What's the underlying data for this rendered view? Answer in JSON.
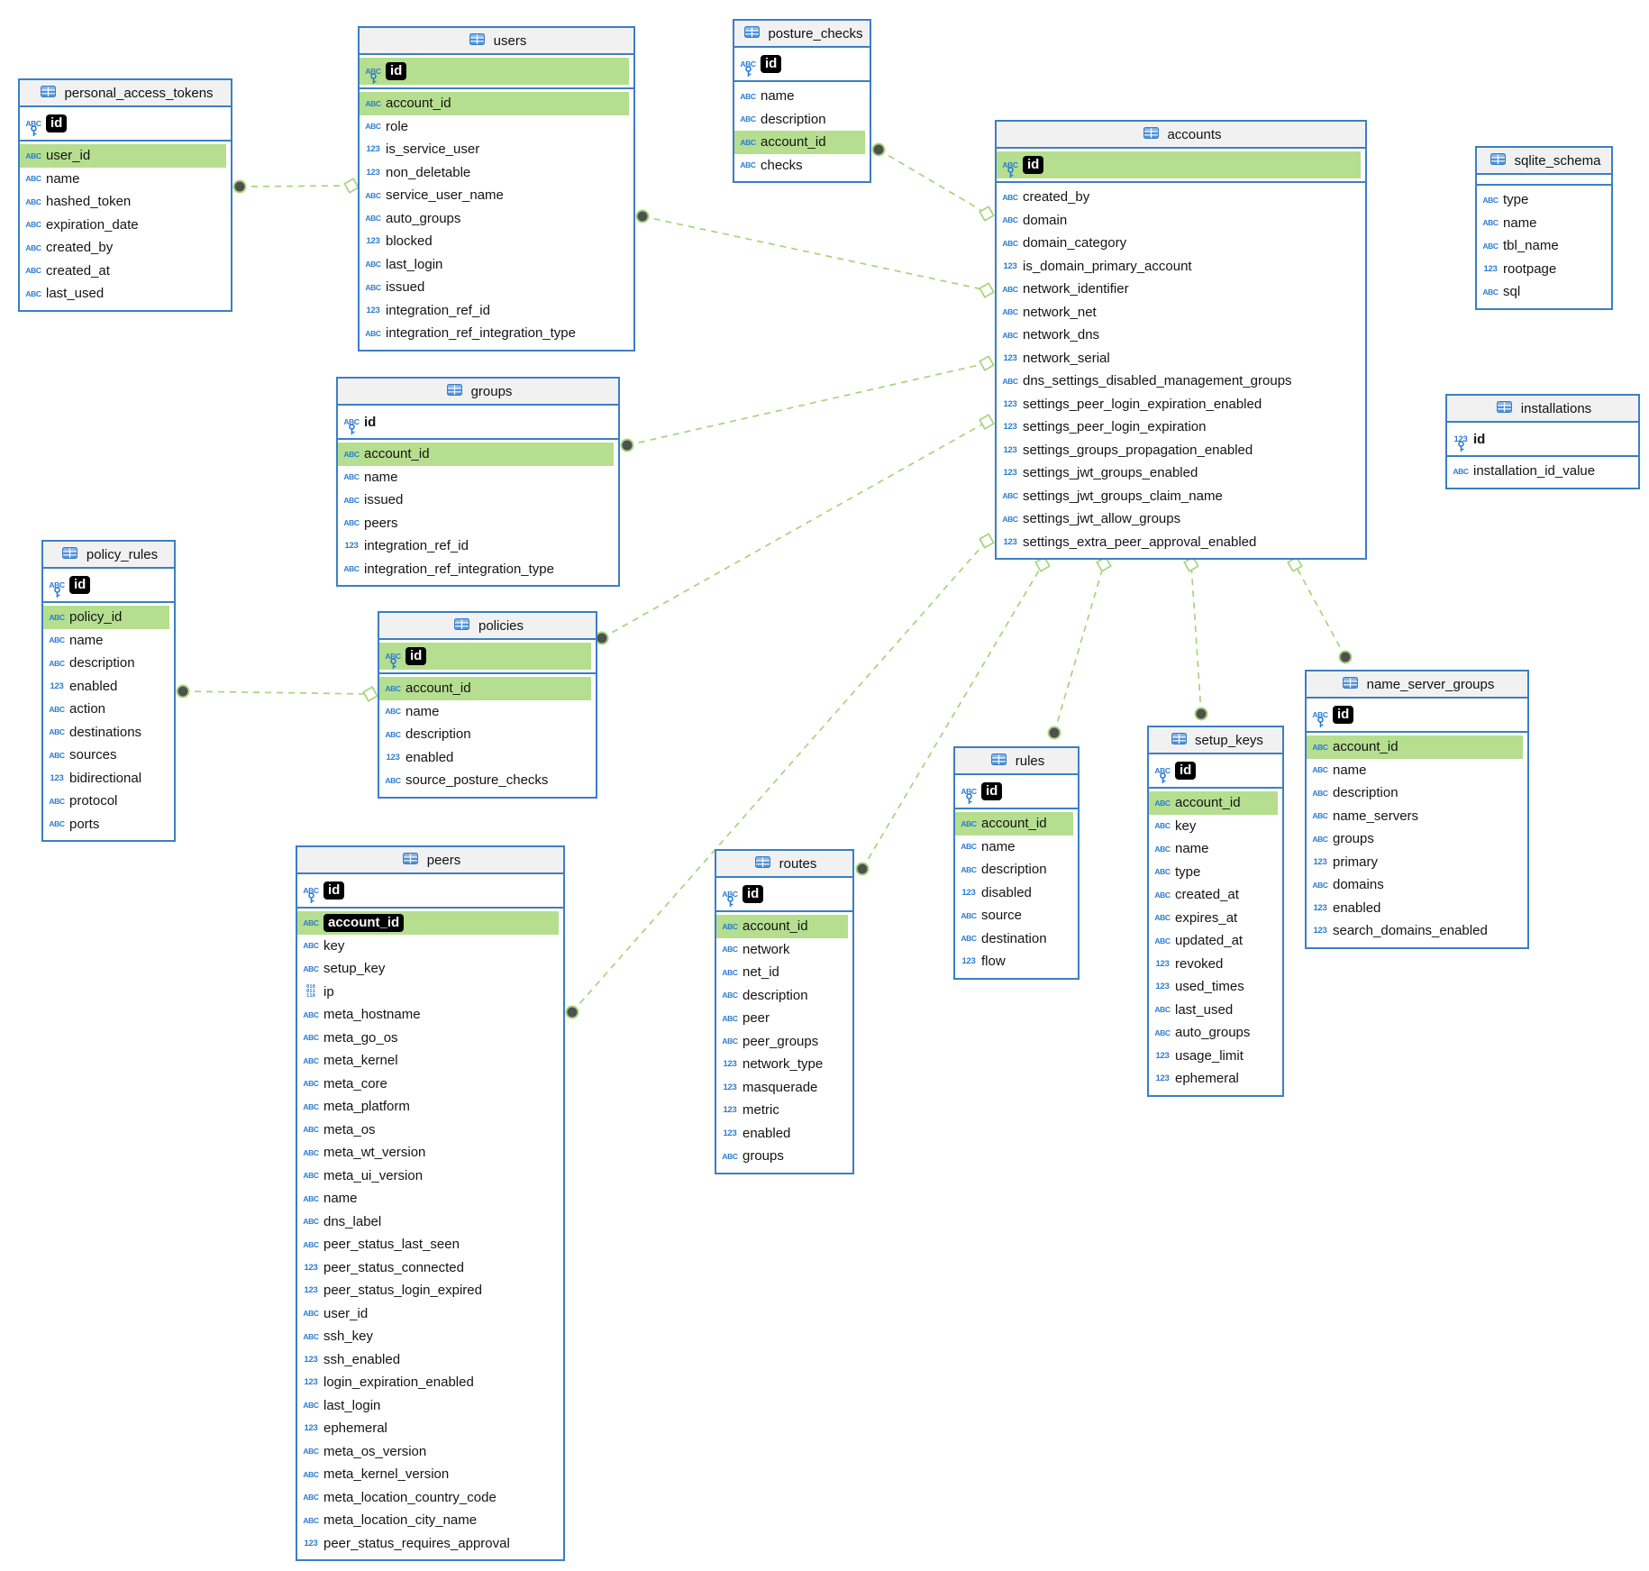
{
  "diagram": {
    "title": "database-er-diagram",
    "colors": {
      "table_border": "#3b7fc4",
      "header_background": "#f1f1f1",
      "fk_highlight_green": "#b5de8f",
      "relation_line_green": "#a5d57c",
      "relation_circle_fill": "#4f4f4f",
      "icon_blue": "#2b7cd3",
      "pk_box_background": "#000000",
      "pk_box_text": "#ffffff",
      "canvas_background": "#ffffff"
    },
    "tables": [
      {
        "id": "personal_access_tokens",
        "title": "personal_access_tokens",
        "icon": "table-icon",
        "primary_key": {
          "label": "id",
          "icon": "text-key-icon",
          "boxed": true,
          "row_highlight": false
        },
        "columns": [
          {
            "label": "user_id",
            "icon": "text-icon",
            "highlight": true
          },
          {
            "label": "name",
            "icon": "text-icon"
          },
          {
            "label": "hashed_token",
            "icon": "text-icon"
          },
          {
            "label": "expiration_date",
            "icon": "text-icon"
          },
          {
            "label": "created_by",
            "icon": "text-icon"
          },
          {
            "label": "created_at",
            "icon": "text-icon"
          },
          {
            "label": "last_used",
            "icon": "text-icon"
          }
        ]
      },
      {
        "id": "users",
        "title": "users",
        "icon": "table-icon",
        "primary_key": {
          "label": "id",
          "icon": "text-key-icon",
          "boxed": true,
          "row_highlight": true
        },
        "columns": [
          {
            "label": "account_id",
            "icon": "text-icon",
            "highlight": true
          },
          {
            "label": "role",
            "icon": "text-icon"
          },
          {
            "label": "is_service_user",
            "icon": "number-icon"
          },
          {
            "label": "non_deletable",
            "icon": "number-icon"
          },
          {
            "label": "service_user_name",
            "icon": "text-icon"
          },
          {
            "label": "auto_groups",
            "icon": "text-icon"
          },
          {
            "label": "blocked",
            "icon": "number-icon"
          },
          {
            "label": "last_login",
            "icon": "text-icon"
          },
          {
            "label": "issued",
            "icon": "text-icon"
          },
          {
            "label": "integration_ref_id",
            "icon": "number-icon"
          },
          {
            "label": "integration_ref_integration_type",
            "icon": "text-icon"
          }
        ]
      },
      {
        "id": "posture_checks",
        "title": "posture_checks",
        "icon": "table-icon",
        "primary_key": {
          "label": "id",
          "icon": "text-key-icon",
          "boxed": true,
          "row_highlight": false
        },
        "columns": [
          {
            "label": "name",
            "icon": "text-icon"
          },
          {
            "label": "description",
            "icon": "text-icon"
          },
          {
            "label": "account_id",
            "icon": "text-icon",
            "highlight": true
          },
          {
            "label": "checks",
            "icon": "text-icon"
          }
        ]
      },
      {
        "id": "accounts",
        "title": "accounts",
        "icon": "table-icon",
        "primary_key": {
          "label": "id",
          "icon": "text-key-icon",
          "boxed": true,
          "row_highlight": true
        },
        "columns": [
          {
            "label": "created_by",
            "icon": "text-icon"
          },
          {
            "label": "domain",
            "icon": "text-icon"
          },
          {
            "label": "domain_category",
            "icon": "text-icon"
          },
          {
            "label": "is_domain_primary_account",
            "icon": "number-icon"
          },
          {
            "label": "network_identifier",
            "icon": "text-icon"
          },
          {
            "label": "network_net",
            "icon": "text-icon"
          },
          {
            "label": "network_dns",
            "icon": "text-icon"
          },
          {
            "label": "network_serial",
            "icon": "number-icon"
          },
          {
            "label": "dns_settings_disabled_management_groups",
            "icon": "text-icon"
          },
          {
            "label": "settings_peer_login_expiration_enabled",
            "icon": "number-icon"
          },
          {
            "label": "settings_peer_login_expiration",
            "icon": "number-icon"
          },
          {
            "label": "settings_groups_propagation_enabled",
            "icon": "number-icon"
          },
          {
            "label": "settings_jwt_groups_enabled",
            "icon": "number-icon"
          },
          {
            "label": "settings_jwt_groups_claim_name",
            "icon": "text-icon"
          },
          {
            "label": "settings_jwt_allow_groups",
            "icon": "text-icon"
          },
          {
            "label": "settings_extra_peer_approval_enabled",
            "icon": "number-icon"
          }
        ]
      },
      {
        "id": "sqlite_schema",
        "title": "sqlite_schema",
        "icon": "table-icon",
        "primary_key": null,
        "columns": [
          {
            "label": "type",
            "icon": "text-icon"
          },
          {
            "label": "name",
            "icon": "text-icon"
          },
          {
            "label": "tbl_name",
            "icon": "text-icon"
          },
          {
            "label": "rootpage",
            "icon": "number-icon"
          },
          {
            "label": "sql",
            "icon": "text-icon"
          }
        ]
      },
      {
        "id": "installations",
        "title": "installations",
        "icon": "table-icon",
        "primary_key": {
          "label": "id",
          "icon": "number-key-icon",
          "boxed": false,
          "row_highlight": false
        },
        "columns": [
          {
            "label": "installation_id_value",
            "icon": "text-icon"
          }
        ]
      },
      {
        "id": "groups",
        "title": "groups",
        "icon": "table-icon",
        "primary_key": {
          "label": "id",
          "icon": "text-key-icon",
          "boxed": false,
          "row_highlight": false
        },
        "columns": [
          {
            "label": "account_id",
            "icon": "text-icon",
            "highlight": true
          },
          {
            "label": "name",
            "icon": "text-icon"
          },
          {
            "label": "issued",
            "icon": "text-icon"
          },
          {
            "label": "peers",
            "icon": "text-icon"
          },
          {
            "label": "integration_ref_id",
            "icon": "number-icon"
          },
          {
            "label": "integration_ref_integration_type",
            "icon": "text-icon"
          }
        ]
      },
      {
        "id": "policy_rules",
        "title": "policy_rules",
        "icon": "table-icon",
        "primary_key": {
          "label": "id",
          "icon": "text-key-icon",
          "boxed": true,
          "row_highlight": false
        },
        "columns": [
          {
            "label": "policy_id",
            "icon": "text-icon",
            "highlight": true
          },
          {
            "label": "name",
            "icon": "text-icon"
          },
          {
            "label": "description",
            "icon": "text-icon"
          },
          {
            "label": "enabled",
            "icon": "number-icon"
          },
          {
            "label": "action",
            "icon": "text-icon"
          },
          {
            "label": "destinations",
            "icon": "text-icon"
          },
          {
            "label": "sources",
            "icon": "text-icon"
          },
          {
            "label": "bidirectional",
            "icon": "number-icon"
          },
          {
            "label": "protocol",
            "icon": "text-icon"
          },
          {
            "label": "ports",
            "icon": "text-icon"
          }
        ]
      },
      {
        "id": "policies",
        "title": "policies",
        "icon": "table-icon",
        "primary_key": {
          "label": "id",
          "icon": "text-key-icon",
          "boxed": true,
          "row_highlight": true
        },
        "columns": [
          {
            "label": "account_id",
            "icon": "text-icon",
            "highlight": true
          },
          {
            "label": "name",
            "icon": "text-icon"
          },
          {
            "label": "description",
            "icon": "text-icon"
          },
          {
            "label": "enabled",
            "icon": "number-icon"
          },
          {
            "label": "source_posture_checks",
            "icon": "text-icon"
          }
        ]
      },
      {
        "id": "rules",
        "title": "rules",
        "icon": "table-icon",
        "primary_key": {
          "label": "id",
          "icon": "text-key-icon",
          "boxed": true,
          "row_highlight": false
        },
        "columns": [
          {
            "label": "account_id",
            "icon": "text-icon",
            "highlight": true
          },
          {
            "label": "name",
            "icon": "text-icon"
          },
          {
            "label": "description",
            "icon": "text-icon"
          },
          {
            "label": "disabled",
            "icon": "number-icon"
          },
          {
            "label": "source",
            "icon": "text-icon"
          },
          {
            "label": "destination",
            "icon": "text-icon"
          },
          {
            "label": "flow",
            "icon": "number-icon"
          }
        ]
      },
      {
        "id": "setup_keys",
        "title": "setup_keys",
        "icon": "table-icon",
        "primary_key": {
          "label": "id",
          "icon": "text-key-icon",
          "boxed": true,
          "row_highlight": false
        },
        "columns": [
          {
            "label": "account_id",
            "icon": "text-icon",
            "highlight": true
          },
          {
            "label": "key",
            "icon": "text-icon"
          },
          {
            "label": "name",
            "icon": "text-icon"
          },
          {
            "label": "type",
            "icon": "text-icon"
          },
          {
            "label": "created_at",
            "icon": "text-icon"
          },
          {
            "label": "expires_at",
            "icon": "text-icon"
          },
          {
            "label": "updated_at",
            "icon": "text-icon"
          },
          {
            "label": "revoked",
            "icon": "number-icon"
          },
          {
            "label": "used_times",
            "icon": "number-icon"
          },
          {
            "label": "last_used",
            "icon": "text-icon"
          },
          {
            "label": "auto_groups",
            "icon": "text-icon"
          },
          {
            "label": "usage_limit",
            "icon": "number-icon"
          },
          {
            "label": "ephemeral",
            "icon": "number-icon"
          }
        ]
      },
      {
        "id": "name_server_groups",
        "title": "name_server_groups",
        "icon": "table-icon",
        "primary_key": {
          "label": "id",
          "icon": "text-key-icon",
          "boxed": true,
          "row_highlight": false
        },
        "columns": [
          {
            "label": "account_id",
            "icon": "text-icon",
            "highlight": true
          },
          {
            "label": "name",
            "icon": "text-icon"
          },
          {
            "label": "description",
            "icon": "text-icon"
          },
          {
            "label": "name_servers",
            "icon": "text-icon"
          },
          {
            "label": "groups",
            "icon": "text-icon"
          },
          {
            "label": "primary",
            "icon": "number-icon"
          },
          {
            "label": "domains",
            "icon": "text-icon"
          },
          {
            "label": "enabled",
            "icon": "number-icon"
          },
          {
            "label": "search_domains_enabled",
            "icon": "number-icon"
          }
        ]
      },
      {
        "id": "peers",
        "title": "peers",
        "icon": "table-icon",
        "primary_key": {
          "label": "id",
          "icon": "text-key-icon",
          "boxed": true,
          "row_highlight": false
        },
        "columns": [
          {
            "label": "account_id",
            "icon": "text-icon",
            "highlight": true,
            "boxed": true
          },
          {
            "label": "key",
            "icon": "text-icon"
          },
          {
            "label": "setup_key",
            "icon": "text-icon"
          },
          {
            "label": "ip",
            "icon": "binary-icon"
          },
          {
            "label": "meta_hostname",
            "icon": "text-icon"
          },
          {
            "label": "meta_go_os",
            "icon": "text-icon"
          },
          {
            "label": "meta_kernel",
            "icon": "text-icon"
          },
          {
            "label": "meta_core",
            "icon": "text-icon"
          },
          {
            "label": "meta_platform",
            "icon": "text-icon"
          },
          {
            "label": "meta_os",
            "icon": "text-icon"
          },
          {
            "label": "meta_wt_version",
            "icon": "text-icon"
          },
          {
            "label": "meta_ui_version",
            "icon": "text-icon"
          },
          {
            "label": "name",
            "icon": "text-icon"
          },
          {
            "label": "dns_label",
            "icon": "text-icon"
          },
          {
            "label": "peer_status_last_seen",
            "icon": "text-icon"
          },
          {
            "label": "peer_status_connected",
            "icon": "number-icon"
          },
          {
            "label": "peer_status_login_expired",
            "icon": "number-icon"
          },
          {
            "label": "user_id",
            "icon": "text-icon"
          },
          {
            "label": "ssh_key",
            "icon": "text-icon"
          },
          {
            "label": "ssh_enabled",
            "icon": "number-icon"
          },
          {
            "label": "login_expiration_enabled",
            "icon": "number-icon"
          },
          {
            "label": "last_login",
            "icon": "text-icon"
          },
          {
            "label": "ephemeral",
            "icon": "number-icon"
          },
          {
            "label": "meta_os_version",
            "icon": "text-icon"
          },
          {
            "label": "meta_kernel_version",
            "icon": "text-icon"
          },
          {
            "label": "meta_location_country_code",
            "icon": "text-icon"
          },
          {
            "label": "meta_location_city_name",
            "icon": "text-icon"
          },
          {
            "label": "peer_status_requires_approval",
            "icon": "number-icon"
          }
        ]
      },
      {
        "id": "routes",
        "title": "routes",
        "icon": "table-icon",
        "primary_key": {
          "label": "id",
          "icon": "text-key-icon",
          "boxed": true,
          "row_highlight": false
        },
        "columns": [
          {
            "label": "account_id",
            "icon": "text-icon",
            "highlight": true
          },
          {
            "label": "network",
            "icon": "text-icon"
          },
          {
            "label": "net_id",
            "icon": "text-icon"
          },
          {
            "label": "description",
            "icon": "text-icon"
          },
          {
            "label": "peer",
            "icon": "text-icon"
          },
          {
            "label": "peer_groups",
            "icon": "text-icon"
          },
          {
            "label": "network_type",
            "icon": "number-icon"
          },
          {
            "label": "masquerade",
            "icon": "number-icon"
          },
          {
            "label": "metric",
            "icon": "number-icon"
          },
          {
            "label": "enabled",
            "icon": "number-icon"
          },
          {
            "label": "groups",
            "icon": "text-icon"
          }
        ]
      }
    ],
    "connections": [
      {
        "from": "personal_access_tokens",
        "from_column": "user_id",
        "to": "users",
        "to_column": "id",
        "from_marker": "circle",
        "to_marker": "diamond"
      },
      {
        "from": "users",
        "from_column": "account_id",
        "to": "accounts",
        "to_column": "id",
        "from_marker": "circle",
        "to_marker": "diamond"
      },
      {
        "from": "posture_checks",
        "from_column": "account_id",
        "to": "accounts",
        "to_column": "id",
        "from_marker": "circle",
        "to_marker": "diamond"
      },
      {
        "from": "groups",
        "from_column": "account_id",
        "to": "accounts",
        "to_column": "id",
        "from_marker": "circle",
        "to_marker": "diamond"
      },
      {
        "from": "policies",
        "from_column": "account_id",
        "to": "accounts",
        "to_column": "id",
        "from_marker": "circle",
        "to_marker": "diamond"
      },
      {
        "from": "peers",
        "from_column": "account_id",
        "to": "accounts",
        "to_column": "id",
        "from_marker": "circle",
        "to_marker": "diamond"
      },
      {
        "from": "routes",
        "from_column": "account_id",
        "to": "accounts",
        "to_column": "id",
        "from_marker": "circle",
        "to_marker": "diamond"
      },
      {
        "from": "rules",
        "from_column": "account_id",
        "to": "accounts",
        "to_column": "id",
        "from_marker": "circle",
        "to_marker": "diamond"
      },
      {
        "from": "setup_keys",
        "from_column": "account_id",
        "to": "accounts",
        "to_column": "id",
        "from_marker": "circle",
        "to_marker": "diamond"
      },
      {
        "from": "name_server_groups",
        "from_column": "account_id",
        "to": "accounts",
        "to_column": "id",
        "from_marker": "circle",
        "to_marker": "diamond"
      },
      {
        "from": "policy_rules",
        "from_column": "policy_id",
        "to": "policies",
        "to_column": "id",
        "from_marker": "circle",
        "to_marker": "diamond"
      }
    ]
  }
}
